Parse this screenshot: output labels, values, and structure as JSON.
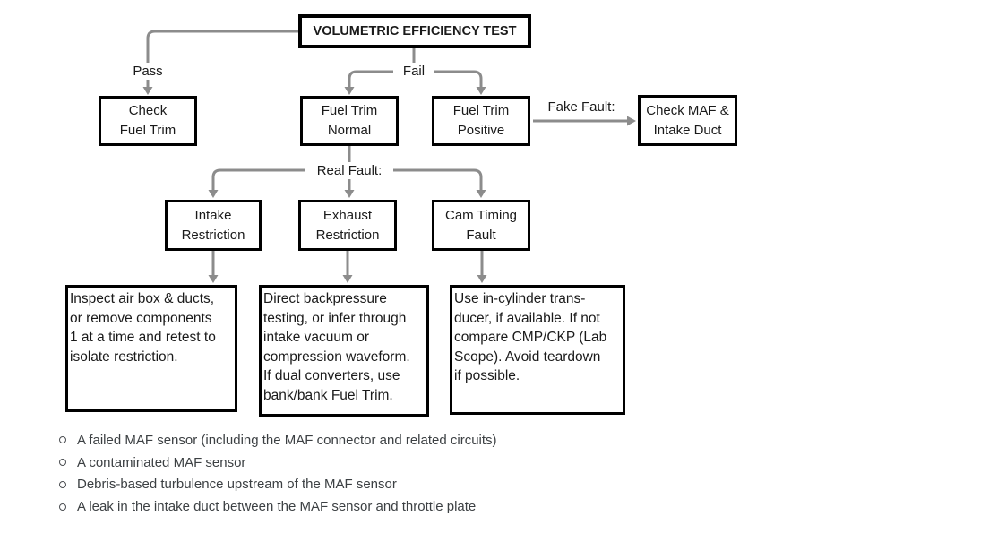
{
  "diagram": {
    "title": "VOLUMETRIC EFFICIENCY TEST",
    "edge_labels": {
      "pass": "Pass",
      "fail": "Fail",
      "fake_fault": "Fake Fault:",
      "real_fault": "Real Fault:"
    },
    "nodes": {
      "check_fuel_trim": "Check\nFuel Trim",
      "fuel_trim_normal": "Fuel Trim\nNormal",
      "fuel_trim_positive": "Fuel Trim\nPositive",
      "check_maf_intake_duct": "Check MAF &\nIntake Duct",
      "intake_restriction": "Intake\nRestriction",
      "exhaust_restriction": "Exhaust\nRestriction",
      "cam_timing_fault": "Cam Timing\nFault",
      "intake_restriction_detail": "Inspect air box & ducts,\nor remove components\n1 at a time and retest to\nisolate restriction.",
      "exhaust_restriction_detail": "Direct backpressure\ntesting, or infer through\nintake vacuum or\ncompression waveform.\nIf dual converters, use\nbank/bank Fuel Trim.",
      "cam_timing_detail": "Use in-cylinder trans-\nducer, if available. If not\ncompare CMP/CKP (Lab\nScope). Avoid teardown\nif possible."
    }
  },
  "bullet_list": {
    "items": [
      "A failed MAF sensor (including the MAF connector and related circuits)",
      "A contaminated MAF sensor",
      "Debris-based turbulence upstream of the MAF sensor",
      "A leak in the intake duct between the MAF sensor and throttle plate"
    ]
  },
  "colors": {
    "connector_line": "#8c8c8c",
    "box_border": "#000000",
    "diagram_text": "#1a1a1a",
    "bullet_text": "#3c4043"
  }
}
